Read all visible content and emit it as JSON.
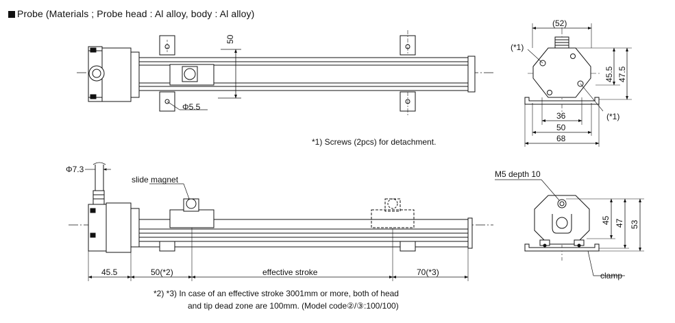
{
  "title": "Probe (Materials ; Probe head : Al alloy, body : Al alloy)",
  "top_view": {
    "height_label": "50",
    "hole_label": "Φ5.5"
  },
  "end_view_top": {
    "width_label": "(52)",
    "screw_marker_left": "(*1)",
    "screw_marker_right": "(*1)",
    "dim_45_5": "45.5",
    "dim_47_5": "47.5",
    "dim_36": "36",
    "dim_50": "50",
    "dim_68": "68"
  },
  "screws_note": "*1) Screws (2pcs) for detachment.",
  "side_view": {
    "cable_dia": "Φ7.3",
    "magnet_label": "slide magnet",
    "dim_head": "45.5",
    "dim_head_dead": "50(*2)",
    "dim_effective": "effective stroke",
    "dim_tip_dead": "70(*3)"
  },
  "end_view_bottom": {
    "depth_label": "M5 depth 10",
    "dim_45": "45",
    "dim_47": "47",
    "dim_53": "53",
    "clamp_label": "clamp"
  },
  "footnote_line1": "*2) *3) In case of an effective stroke 3001mm or more, both of head",
  "footnote_line2": "and tip dead zone are 100mm. (Model code②/③:100/100)"
}
